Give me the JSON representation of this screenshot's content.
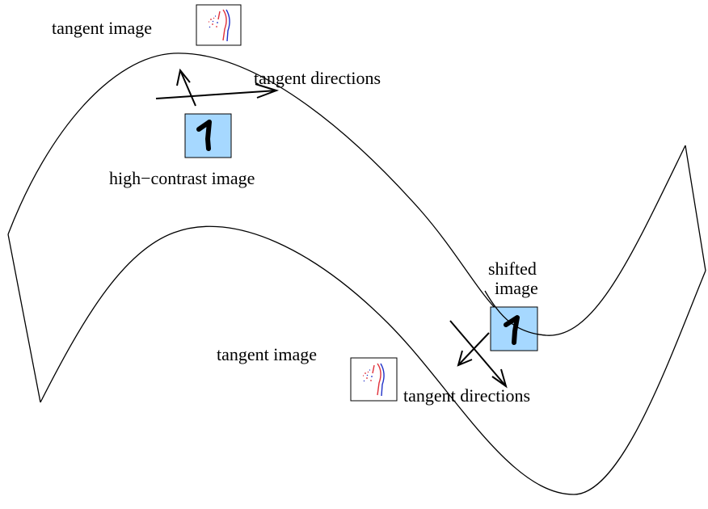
{
  "labels": {
    "tangent_image_top": "tangent image",
    "tangent_directions_top": "tangent directions",
    "high_contrast_image": "high−contrast image",
    "shifted_image_line1": "shifted",
    "shifted_image_line2": "image",
    "tangent_image_bottom": "tangent image",
    "tangent_directions_bottom": "tangent directions"
  },
  "colors": {
    "image_fill": "#a6d8ff",
    "line": "#000000",
    "tangent_red": "#e0303a",
    "tangent_blue": "#2030c8"
  }
}
